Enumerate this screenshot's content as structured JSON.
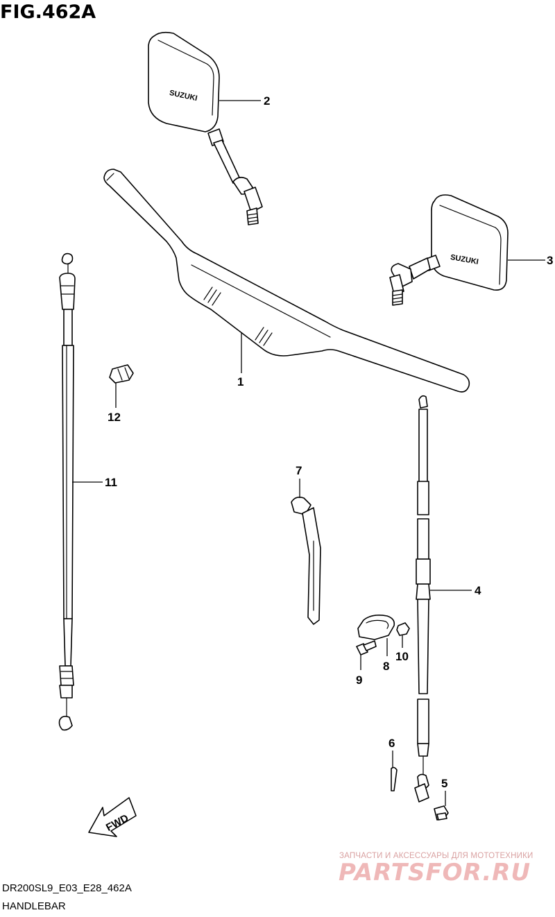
{
  "figure": {
    "title": "FIG.462A",
    "code": "DR200SL9_E03_E28_462A",
    "name": "HANDLEBAR",
    "fwd_label": "FWD",
    "mirror_brand": "SUZUKI"
  },
  "callouts": [
    {
      "id": "1",
      "part": "handlebar"
    },
    {
      "id": "2",
      "part": "mirror-left"
    },
    {
      "id": "3",
      "part": "mirror-right"
    },
    {
      "id": "4",
      "part": "throttle-cable"
    },
    {
      "id": "5",
      "part": "cable-end-fitting"
    },
    {
      "id": "6",
      "part": "cotter-pin"
    },
    {
      "id": "7",
      "part": "cable-tie"
    },
    {
      "id": "8",
      "part": "cable-clamp"
    },
    {
      "id": "9",
      "part": "clamp-bolt"
    },
    {
      "id": "10",
      "part": "clamp-nut"
    },
    {
      "id": "11",
      "part": "clutch-cable"
    },
    {
      "id": "12",
      "part": "cable-clip"
    }
  ],
  "watermark": {
    "tagline": "ЗАПЧАСТИ И АКСЕССУАРЫ ДЛЯ МОТОТЕХНИКИ",
    "logo": "PARTSFOR.RU"
  }
}
